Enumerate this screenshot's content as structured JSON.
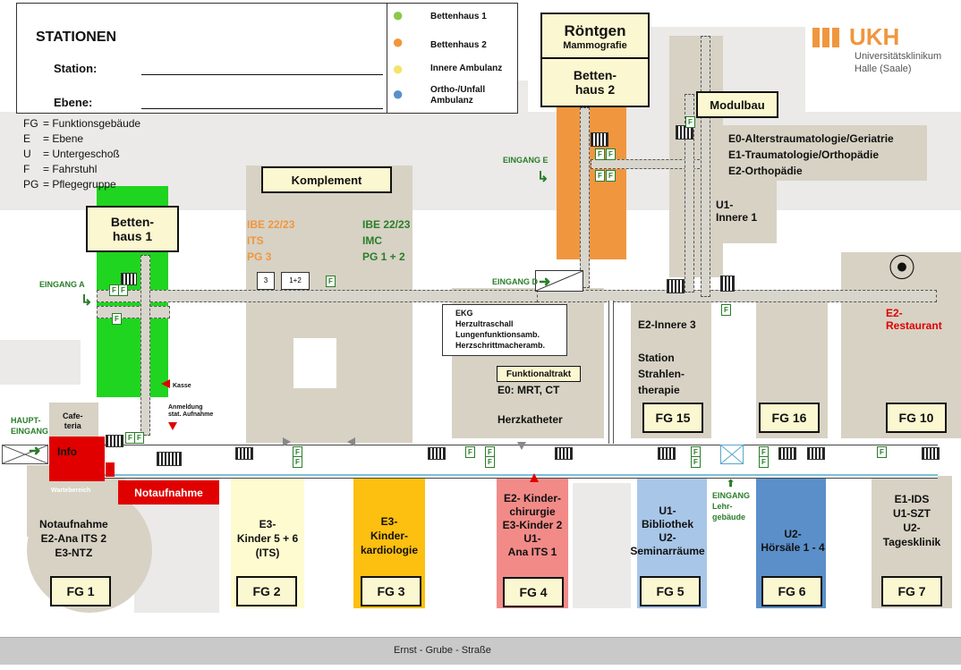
{
  "header": {
    "title": "STATIONEN",
    "station_label": "Station:",
    "ebene_label": "Ebene:"
  },
  "legend_feet": [
    {
      "label": "Bettenhaus 1",
      "color": "#8cc84b",
      "icon": "footprint-icon"
    },
    {
      "label": "Bettenhaus 2",
      "color": "#f0963e",
      "icon": "footprint-icon"
    },
    {
      "label": "Innere Ambulanz",
      "color": "#f4e46c",
      "icon": "footprint-icon"
    },
    {
      "label": "Ortho-/Unfall Ambulanz",
      "color": "#5b8fc9",
      "icon": "footprint-icon"
    }
  ],
  "abbrev": [
    {
      "key": "FG",
      "text": "= Funktionsgebäude"
    },
    {
      "key": "E",
      "text": "= Ebene"
    },
    {
      "key": "U",
      "text": "= Untergeschoß"
    },
    {
      "key": "F",
      "text": "= Fahrstuhl"
    },
    {
      "key": "PG",
      "text": "= Pflegegruppe"
    }
  ],
  "logo": {
    "name": "UKH",
    "sub1": "Universitätsklinikum",
    "sub2": "Halle (Saale)",
    "color": "#f0963e"
  },
  "buildings": {
    "roentgen": {
      "title": "Röntgen",
      "sub": "Mammografie"
    },
    "bettenhaus2": "Betten-\nhaus 2",
    "bettenhaus1": "Betten-\nhaus 1",
    "modulbau": "Modulbau",
    "modulbau_stations": [
      "E0-Alterstraumatologie/Geriatrie",
      "E1-Traumatologie/Orthopädie",
      "E2-Orthopädie"
    ],
    "u1_innere": "U1-\nInnere 1",
    "komplement": "Komplement",
    "komplement_orange": [
      "IBE 22/23",
      "ITS",
      "PG 3"
    ],
    "komplement_green": [
      "IBE 22/23",
      "IMC",
      "PG 1 + 2"
    ],
    "room3": "3",
    "room12": "1+2",
    "ekg": [
      "EKG",
      "Herzultraschall",
      "Lungenfunktionsamb.",
      "Herzschrittmacheramb."
    ],
    "funktionaltrakt": "Funktionaltrakt",
    "mrt": "E0: MRT, CT",
    "herzkatheter": "Herzkatheter",
    "e2_innere": "E2-Innere 3",
    "strahlen": "Station\nStrahlen-\ntherapie",
    "restaurant": "E2-\nRestaurant",
    "cafeteria": "Cafe-\nteria",
    "info": "Info",
    "wartebereich": "Wartebereich",
    "notaufnahme": "Notaufnahme",
    "notaufnahme_fg1": "Notaufnahme\nE2-Ana ITS 2\nE3-NTZ",
    "kasse": "Kasse",
    "anmeldung": "Anmeldung\nstat. Aufnahme",
    "fg2_text": "E3-\nKinder 5 + 6\n(ITS)",
    "fg3_text": "E3-\nKinder-\nkardiologie",
    "fg4_text": "E2- Kinder-\nchirurgie\nE3-Kinder 2\nU1-\nAna ITS 1",
    "fg5_text": "U1-\nBibliothek\nU2-\nSeminarräume",
    "fg6_text": "U2-\nHörsäle 1 - 4",
    "fg7_text": "E1-IDS\nU1-SZT\nU2-\nTagesklinik",
    "lehrgebaeude": "EINGANG\nLehr-\ngebäude"
  },
  "fg_labels": {
    "fg1": "FG 1",
    "fg2": "FG 2",
    "fg3": "FG 3",
    "fg4": "FG 4",
    "fg5": "FG 5",
    "fg6": "FG 6",
    "fg7": "FG 7",
    "fg10": "FG 10",
    "fg15": "FG 15",
    "fg16": "FG 16"
  },
  "entrances": {
    "a": "EINGANG A",
    "d": "EINGANG D",
    "e": "EINGANG E",
    "haupt": "HAUPT-\nEINGANG"
  },
  "lift_label": "F",
  "street": "Ernst - Grube - Straße",
  "colors": {
    "bettenhaus1": "#1fd51f",
    "bettenhaus2": "#f0963e",
    "fg2": "#fefbd0",
    "fg3": "#fdbf10",
    "fg4": "#f28b88",
    "fg5": "#a8c6e8",
    "fg6": "#5b8fc9",
    "red": "#e00000",
    "building": "#d7d2c4"
  }
}
